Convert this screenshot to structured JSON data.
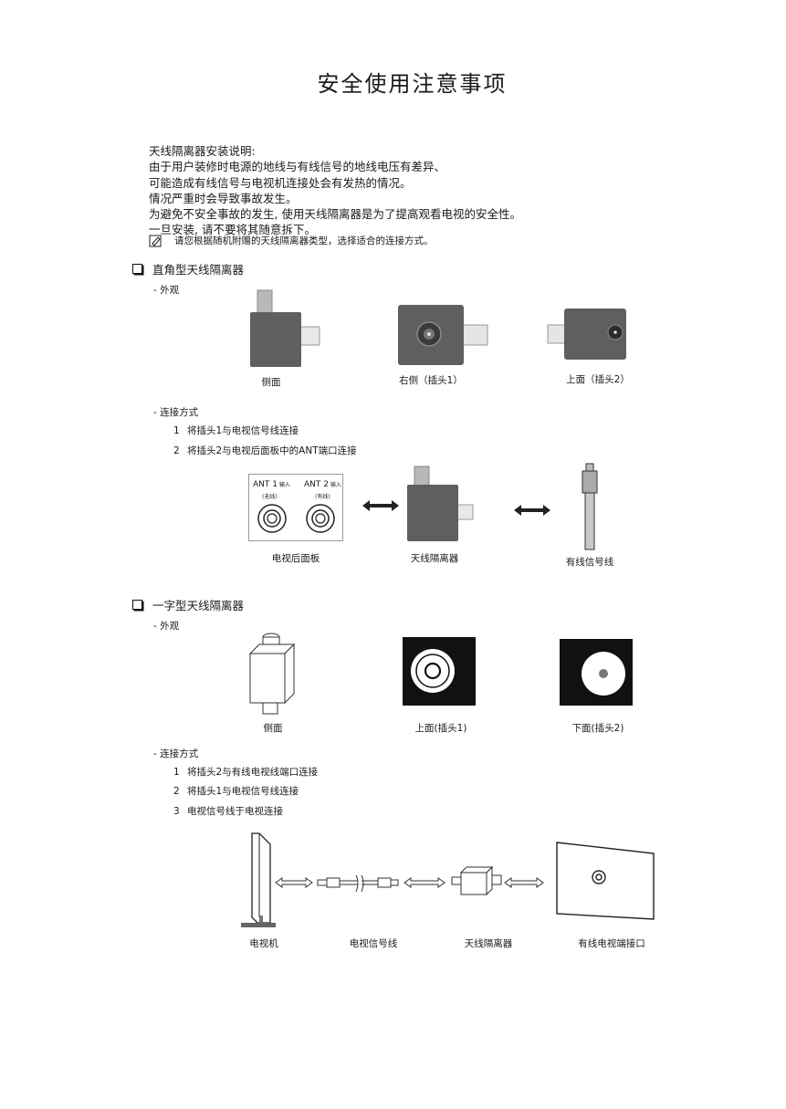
{
  "page_title": "安全使用注意事项",
  "intro": {
    "heading": "天线隔离器安装说明:",
    "lines": [
      "由于用户装修时电源的地线与有线信号的地线电压有差异、",
      "可能造成有线信号与电视机连接处会有发热的情况。",
      "情况严重时会导致事故发生。",
      "为避免不安全事故的发生, 使用天线隔离器是为了提高观看电视的安全性。",
      "一旦安装, 请不要将其随意拆下。"
    ],
    "note": "请您根据随机附赠的天线隔离器类型，选择适合的连接方式。",
    "note_icon": "note-pencil-icon"
  },
  "section1": {
    "title": "直角型天线隔离器",
    "appearance_label": "- 外观",
    "captions": [
      "侧面",
      "右侧（插头1）",
      "上面（插头2）"
    ],
    "connection_label": "- 连接方式",
    "steps": [
      {
        "num": "1",
        "text": "将插头1与电视信号线连接"
      },
      {
        "num": "2",
        "text": "将插头2与电视后面板中的ANT端口连接"
      }
    ],
    "panel": {
      "ant1_label": "ANT 1",
      "ant1_input": "输入",
      "ant1_sub": "(无线)",
      "ant2_label": "ANT 2",
      "ant2_input": "输入",
      "ant2_sub": "(有线)"
    },
    "diagram_captions": [
      "电视后面板",
      "天线隔离器",
      "有线信号线"
    ]
  },
  "section2": {
    "title": "一字型天线隔离器",
    "appearance_label": "- 外观",
    "captions": [
      "侧面",
      "上面(插头1)",
      "下面(插头2)"
    ],
    "connection_label": "- 连接方式",
    "steps": [
      {
        "num": "1",
        "text": "将插头2与有线电视线端口连接"
      },
      {
        "num": "2",
        "text": "将插头1与电视信号线连接"
      },
      {
        "num": "3",
        "text": "电视信号线于电视连接"
      }
    ],
    "diagram_captions": [
      "电视机",
      "电视信号线",
      "天线隔离器",
      "有线电视端接口"
    ]
  },
  "colors": {
    "device_gray": "#5f5f62",
    "plug_gray": "#cfcfcf",
    "black": "#111111"
  }
}
